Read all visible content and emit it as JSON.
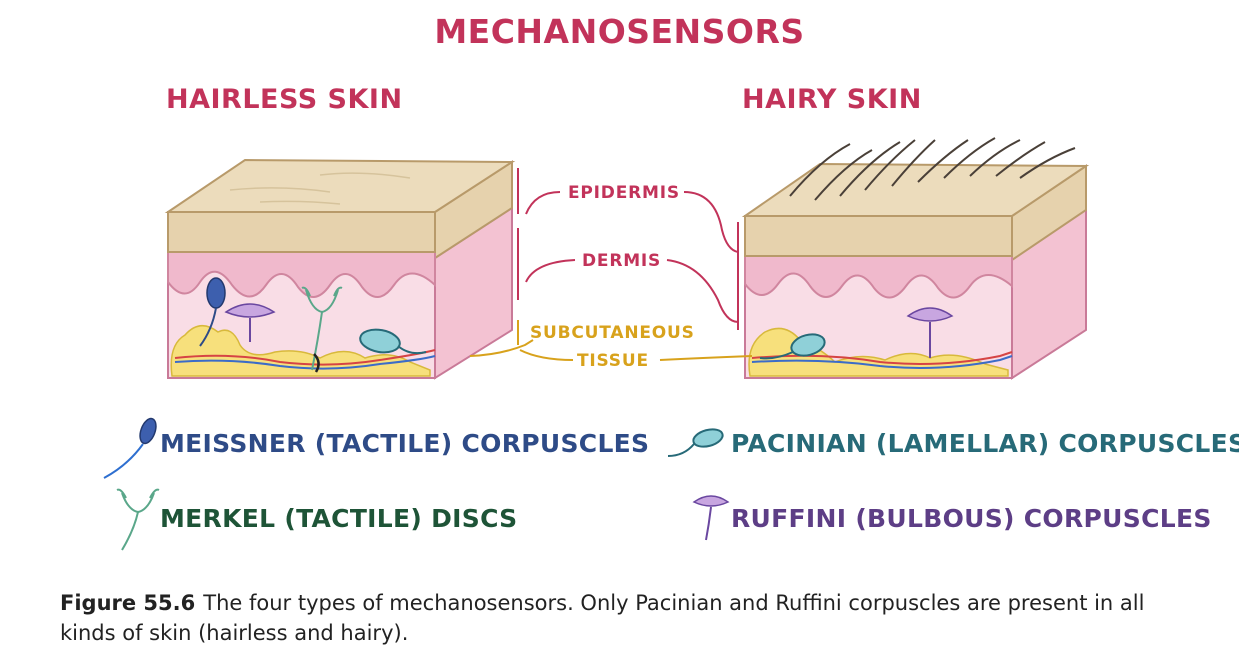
{
  "title": "MECHANOSENSORS",
  "panels": {
    "hairless": {
      "title": "HAIRLESS SKIN"
    },
    "hairy": {
      "title": "HAIRY SKIN"
    }
  },
  "layers": {
    "epidermis": "EPIDERMIS",
    "dermis": "DERMIS",
    "subcutaneous_line1": "SUBCUTANEOUS",
    "subcutaneous_line2": "TISSUE"
  },
  "legend": {
    "meissner": "MEISSNER (TACTILE) CORPUSCLES",
    "merkel": "MERKEL (TACTILE) DISCS",
    "pacinian": "PACINIAN (LAMELLAR) CORPUSCLES",
    "ruffini": "RUFFINI (BULBOUS) CORPUSCLES"
  },
  "caption": {
    "label": "Figure 55.6",
    "text": "The four types of mechanosensors. Only Pacinian and Ruffini corpuscles are present in all kinds of skin (hairless and hairy)."
  },
  "colors": {
    "title": "#c2335a",
    "epidermis_label": "#c2335a",
    "dermis_label": "#c2335a",
    "subcutaneous_label": "#d8a21c",
    "meissner": "#2e4b87",
    "merkel": "#1e5437",
    "pacinian": "#276a78",
    "ruffini": "#5d3e86"
  }
}
